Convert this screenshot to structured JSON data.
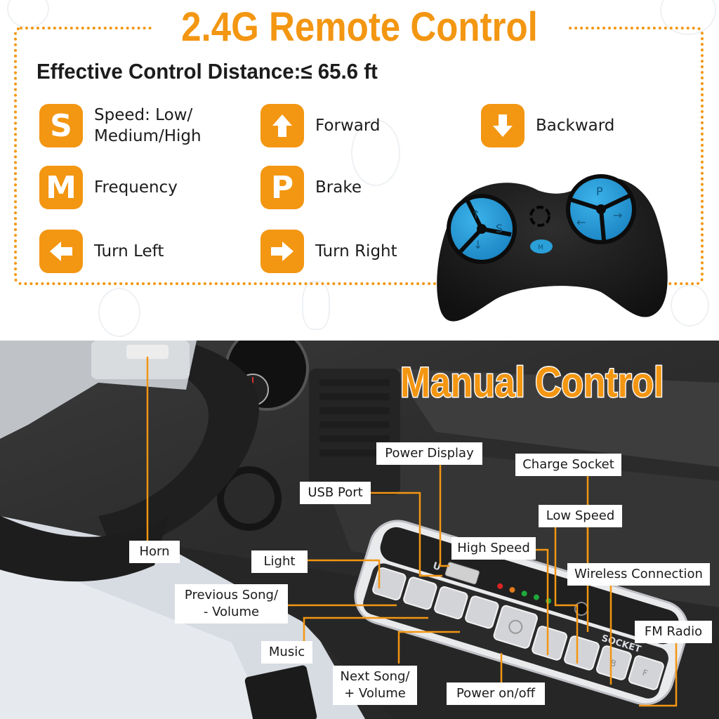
{
  "remote_section": {
    "title": "2.4G Remote Control",
    "subtitle": "Effective Control Distance:≤ 65.6 ft",
    "legend": [
      {
        "icon": "letter-s-icon",
        "glyph": "S",
        "label": "Speed: Low/\nMedium/High"
      },
      {
        "icon": "arrow-up-icon",
        "glyph": "↑",
        "label": "Forward"
      },
      {
        "icon": "arrow-down-icon",
        "glyph": "↓",
        "label": "Backward"
      },
      {
        "icon": "letter-m-icon",
        "glyph": "M",
        "label": "Frequency"
      },
      {
        "icon": "letter-p-icon",
        "glyph": "P",
        "label": "Brake"
      },
      {
        "icon": "arrow-left-icon",
        "glyph": "←",
        "label": "Turn Left"
      },
      {
        "icon": "arrow-right-icon",
        "glyph": "→",
        "label": "Turn Right"
      }
    ],
    "controller": {
      "left_pad_labels": [
        "↑",
        "S",
        "↓"
      ],
      "right_pad_labels": [
        "P",
        "←",
        "→"
      ],
      "center_button": "M"
    }
  },
  "manual_section": {
    "title": "Manual Control",
    "callouts": [
      {
        "id": "horn",
        "label": "Horn"
      },
      {
        "id": "power-display",
        "label": "Power Display"
      },
      {
        "id": "charge-socket",
        "label": "Charge Socket"
      },
      {
        "id": "usb-port",
        "label": "USB Port"
      },
      {
        "id": "low-speed",
        "label": "Low Speed"
      },
      {
        "id": "light",
        "label": "Light"
      },
      {
        "id": "high-speed",
        "label": "High Speed"
      },
      {
        "id": "wireless-connection",
        "label": "Wireless Connection"
      },
      {
        "id": "previous-song",
        "label": "Previous Song/\n- Volume"
      },
      {
        "id": "fm-radio",
        "label": "FM Radio"
      },
      {
        "id": "music",
        "label": "Music"
      },
      {
        "id": "next-song",
        "label": "Next Song/\n+ Volume"
      },
      {
        "id": "power-onoff",
        "label": "Power on/off"
      }
    ],
    "panel": {
      "usb_mark": "U",
      "socket_text": "SOCKET",
      "button_letters": [
        "B",
        "F"
      ]
    }
  },
  "colors": {
    "accent_orange": "#f39612",
    "controller_blue": "#2a9fd8",
    "controller_body": "#1b1b1b",
    "text_dark": "#1c1c1c"
  }
}
